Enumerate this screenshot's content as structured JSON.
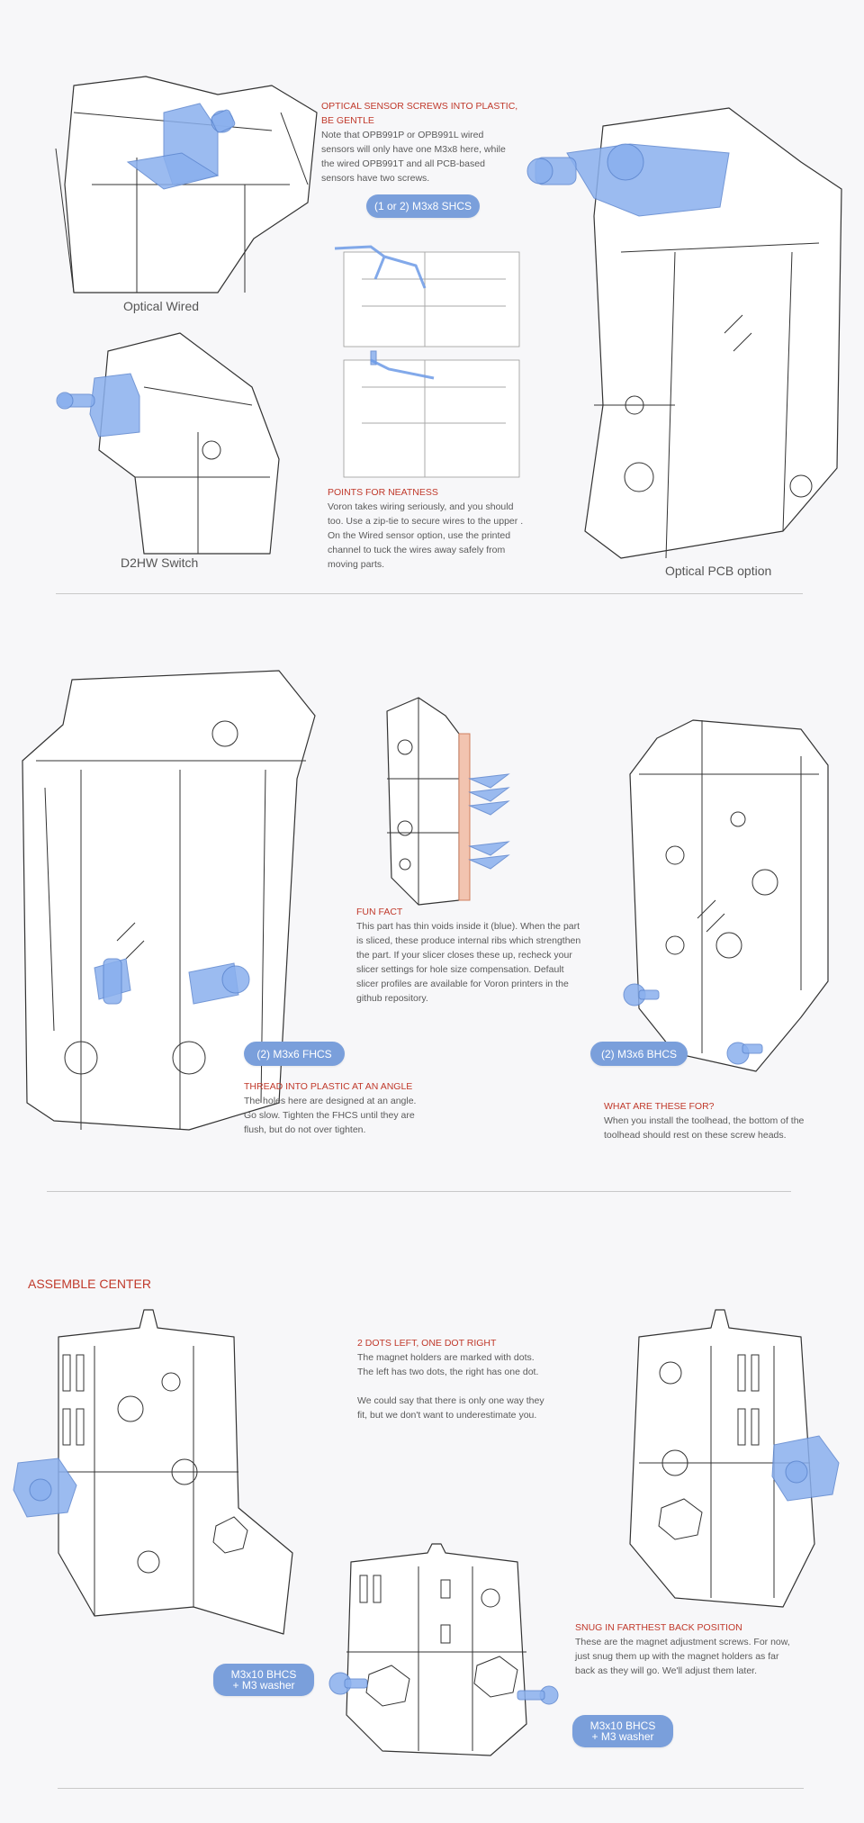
{
  "section1": {
    "optical_note": {
      "title": "OPTICAL SENSOR SCREWS INTO PLASTIC, BE GENTLE",
      "body": "Note that OPB991P or OPB991L wired sensors will only have one M3x8 here, while the wired OPB991T and all PCB-based sensors have two screws."
    },
    "pill_screws": "(1 or 2) M3x8 SHCS",
    "caption_optical_wired": "Optical Wired",
    "caption_d2hw": "D2HW Switch",
    "caption_optical_pcb": "Optical PCB option",
    "neatness_note": {
      "title": "POINTS FOR NEATNESS",
      "body": "Voron takes wiring seriously, and you should too. Use a zip-tie to secure wires to the upper . On the Wired sensor option, use the printed channel to tuck the wires away safely from moving parts."
    }
  },
  "section2": {
    "fun_fact": {
      "title": "FUN FACT",
      "body": "This part has thin voids inside it (blue).  When the part is sliced, these produce internal ribs which strengthen the part.  If your slicer closes these up, recheck your slicer settings for hole size compensation. Default slicer profiles are available for Voron printers in the github repository."
    },
    "pill_fhcs": "(2) M3x6 FHCS",
    "pill_bhcs": "(2) M3x6 BHCS",
    "thread_note": {
      "title": "THREAD INTO PLASTIC AT AN ANGLE",
      "body": "The holes here are designed at an angle. Go slow. Tighten the FHCS until they are flush, but do not over tighten."
    },
    "what_note": {
      "title": "WHAT ARE THESE FOR?",
      "body": "When you install the toolhead, the bottom of the toolhead should rest on these screw heads."
    }
  },
  "section3": {
    "title": "ASSEMBLE CENTER",
    "dots_note": {
      "title": "2 DOTS LEFT, ONE DOT RIGHT",
      "body1": "The magnet holders are marked with dots. The left has two dots, the right has one dot.",
      "body2": "We could say that there is only one way they fit, but we don't want to underestimate you."
    },
    "snug_note": {
      "title": "SNUG IN FARTHEST BACK POSITION",
      "body": "These are the magnet adjustment screws. For now, just snug them up with the magnet holders as far back as they will go. We'll adjust them later."
    },
    "pill_left": {
      "line1": "M3x10 BHCS",
      "line2": "+ M3 washer"
    },
    "pill_right": {
      "line1": "M3x10 BHCS",
      "line2": "+ M3 washer"
    }
  },
  "colors": {
    "accent_red": "#c0392b",
    "pill_blue": "#7a9fdb",
    "highlight_blue": "#8ab0ee"
  }
}
